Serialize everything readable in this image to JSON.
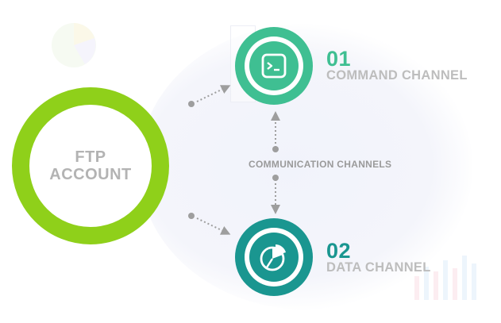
{
  "diagram": {
    "ftp": {
      "label": "FTP\nACCOUNT"
    },
    "command": {
      "number": "01",
      "title": "COMMAND CHANNEL",
      "icon": "terminal-icon"
    },
    "data": {
      "number": "02",
      "title": "DATA CHANNEL",
      "icon": "pie-chart-icon"
    },
    "link_label": "COMMUNICATION CHANNELS"
  },
  "colors": {
    "ftp_ring": "#8fd01a",
    "command": "#3fbf92",
    "data": "#1a9690",
    "label_gray": "#bdbdbd",
    "connector": "#9e9e9e"
  }
}
